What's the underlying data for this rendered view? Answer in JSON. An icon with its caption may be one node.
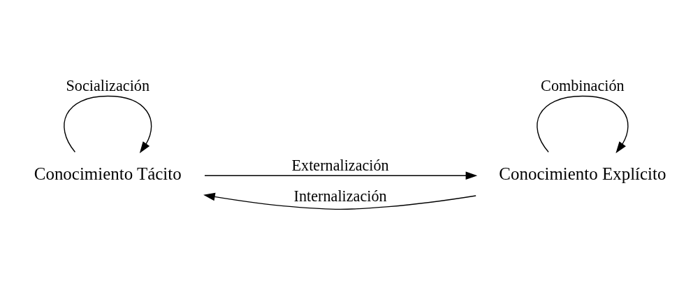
{
  "diagram": {
    "nodes": [
      {
        "text": [
          "Conocimiento Tácito"
        ]
      },
      {
        "text": [
          "Conocimiento Explícito"
        ]
      }
    ],
    "edges": [
      {
        "from": 0,
        "to": 0,
        "arrow": "to",
        "label": "Socialización"
      },
      {
        "from": 0,
        "to": 1,
        "arrow": "to",
        "label": "Externalización"
      },
      {
        "from": 1,
        "to": 1,
        "arrow": "to",
        "label": "Combinación"
      },
      {
        "from": 1,
        "to": 0,
        "arrow": "to",
        "label": "Internalización"
      }
    ]
  }
}
